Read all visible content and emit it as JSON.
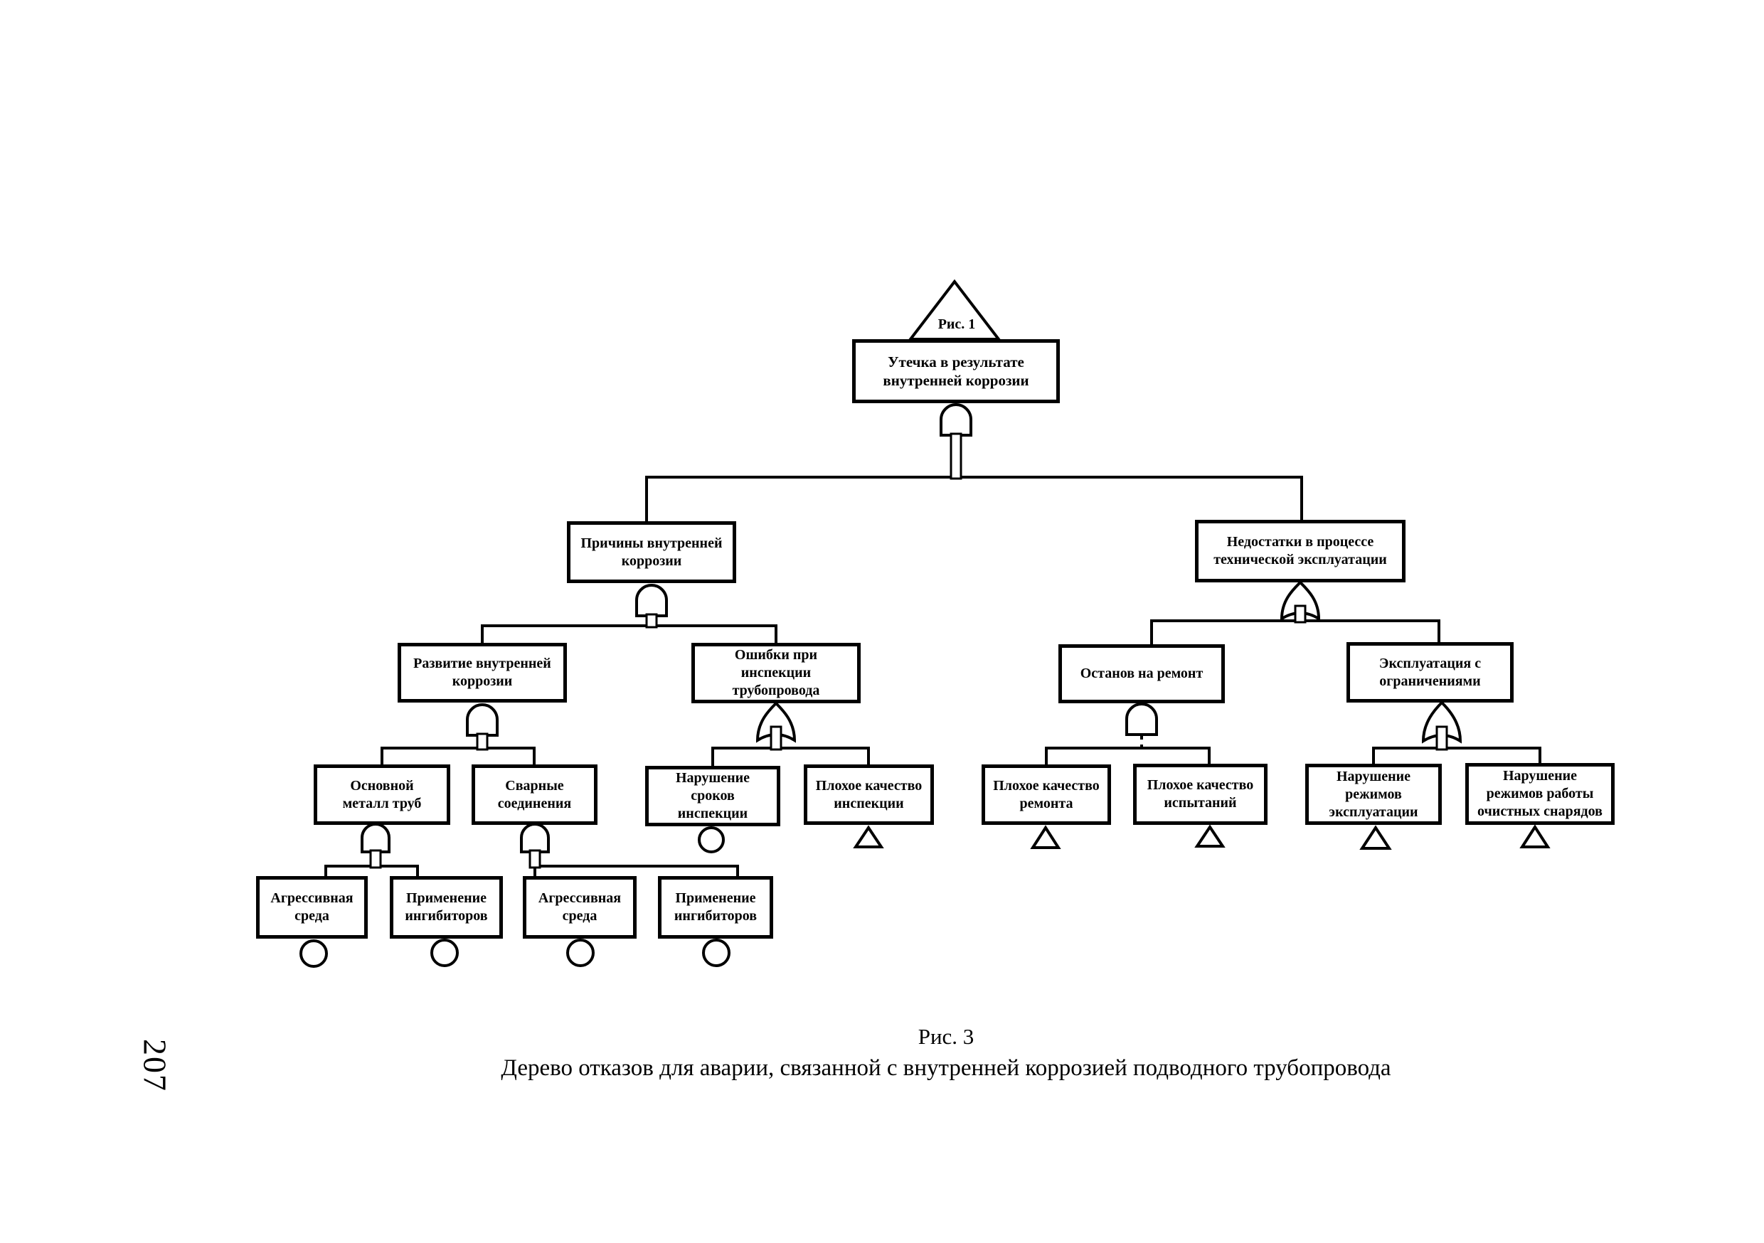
{
  "page_number": "207",
  "caption": {
    "figure_label": "Рис. 3",
    "text": "Дерево отказов для аварии, связанной с внутренней коррозией подводного трубопровода"
  },
  "transfer_ref": "Рис. 1",
  "tree": {
    "root": {
      "label": "Утечка в результате\nвнутренней коррозии",
      "gate": "AND"
    },
    "l2a": {
      "label": "Причины внутренней\nкоррозии",
      "gate": "AND"
    },
    "l2b": {
      "label": "Недостатки в процессе\nтехнической эксплуатации",
      "gate": "OR"
    },
    "l3a": {
      "label": "Развитие внутренней\nкоррозии",
      "gate": "AND"
    },
    "l3b": {
      "label": "Ошибки при\nинспекции\nтрубопровода",
      "gate": "OR"
    },
    "l3c": {
      "label": "Останов на ремонт",
      "gate": "AND"
    },
    "l3d": {
      "label": "Эксплуатация с\nограничениями",
      "gate": "OR"
    },
    "l4a": {
      "label": "Основной\nметалл труб",
      "gate": "AND"
    },
    "l4b": {
      "label": "Сварные\nсоединения",
      "gate": "AND"
    },
    "l4c": {
      "label": "Нарушение\nсроков\nинспекции",
      "symbol": "circle"
    },
    "l4d": {
      "label": "Плохое качество\nинспекции",
      "symbol": "triangle"
    },
    "l4e": {
      "label": "Плохое качество\nремонта",
      "symbol": "triangle"
    },
    "l4f": {
      "label": "Плохое качество\nиспытаний",
      "symbol": "triangle"
    },
    "l4g": {
      "label": "Нарушение\nрежимов\nэксплуатации",
      "symbol": "triangle"
    },
    "l4h": {
      "label": "Нарушение\nрежимов работы\nочистных снарядов",
      "symbol": "triangle"
    },
    "l5a": {
      "label": "Агрессивная\nсреда",
      "symbol": "circle"
    },
    "l5b": {
      "label": "Применение\nингибиторов",
      "symbol": "circle"
    },
    "l5c": {
      "label": "Агрессивная\nсреда",
      "symbol": "circle"
    },
    "l5d": {
      "label": "Применение\nингибиторов",
      "symbol": "circle"
    }
  }
}
